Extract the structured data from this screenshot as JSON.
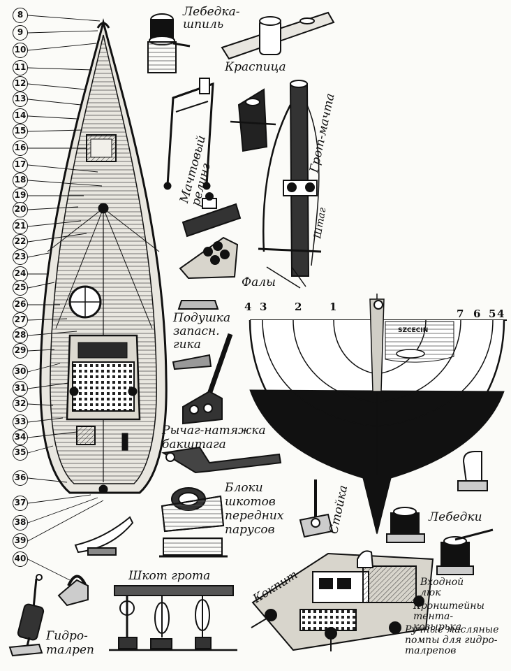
{
  "callouts": [
    "8",
    "9",
    "10",
    "11",
    "12",
    "13",
    "14",
    "15",
    "16",
    "17",
    "18",
    "19",
    "20",
    "21",
    "22",
    "23",
    "24",
    "25",
    "26",
    "27",
    "28",
    "29",
    "30",
    "31",
    "32",
    "33",
    "34",
    "35",
    "36",
    "37",
    "38",
    "39",
    "40"
  ],
  "labels": {
    "winch_capstan": "Лебедка-шпиль",
    "kraspitsa": "Краспица",
    "mast_railing": "Мачтовый релинг",
    "main_mast": "Грот-мачта",
    "shtag": "Штаг",
    "faly": "Фалы",
    "boom_pad": "Подушка запасн. гика",
    "backstay_lever": "Рычаг-натяжка бакштага",
    "jib_sheet_blocks": "Блоки шкотов передних парусов",
    "stoika": "Стойка",
    "lebedki": "Лебедки",
    "mainsheet": "Шкот грота",
    "kokpit": "Кокпит",
    "hatch": "Входной люк",
    "awning_brackets": "Кронштейны тента-козырька",
    "hand_pumps": "Ручные масляные помпы для гидро-талрепов",
    "hydrotalrep": "Гидро-талреп"
  },
  "section_numbers": {
    "left": [
      "4",
      "3",
      "2",
      "1"
    ],
    "right": [
      "7",
      "6",
      "5",
      "4"
    ]
  },
  "plate_text": "SZCECIN"
}
